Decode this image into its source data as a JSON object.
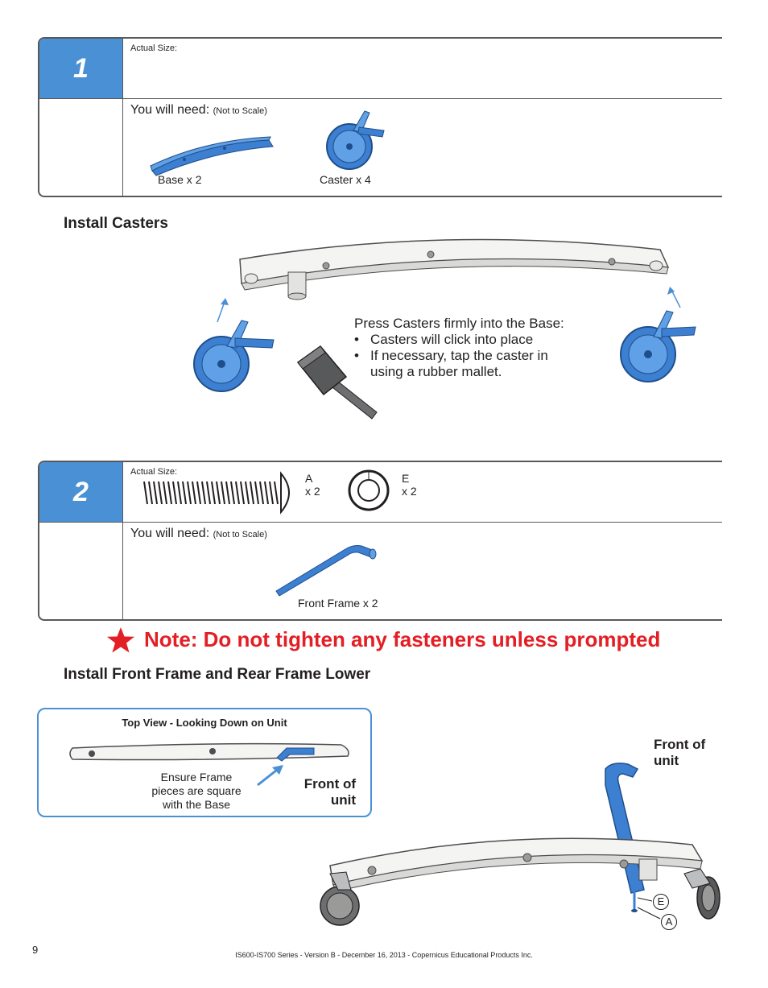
{
  "step1": {
    "number": "1",
    "actual_size_label": "Actual Size:",
    "you_will_need": "You will need:",
    "not_to_scale": "(Not to Scale)",
    "parts": [
      {
        "label": "Base x 2"
      },
      {
        "label": "Caster x 4"
      }
    ]
  },
  "section1": {
    "heading": "Install Casters",
    "callout_title": "Press Casters firmly into the Base:",
    "bullets": [
      "Casters will click into place",
      "If necessary, tap the caster in using a rubber mallet."
    ]
  },
  "step2": {
    "number": "2",
    "actual_size_label": "Actual Size:",
    "hardware": [
      {
        "letter": "A",
        "qty": "x 2"
      },
      {
        "letter": "E",
        "qty": "x 2"
      }
    ],
    "you_will_need": "You will need:",
    "not_to_scale": "(Not to Scale)",
    "parts": [
      {
        "label": "Front Frame x 2"
      }
    ]
  },
  "note": {
    "text": "Note: Do not tighten any fasteners unless prompted"
  },
  "section2": {
    "heading": "Install Front Frame and Rear Frame Lower",
    "top_view_title": "Top View - Looking Down on Unit",
    "ensure_text": "Ensure Frame pieces are square with the Base",
    "front_of_unit_inset": "Front of unit",
    "front_of_unit_main": "Front of unit",
    "callout_e": "E",
    "callout_a": "A"
  },
  "footer": {
    "page_number": "9",
    "text": "IS600-IS700 Series - Version B - December 16, 2013 - Copernicus Educational Products Inc."
  },
  "colors": {
    "accent_blue": "#4a90d4",
    "note_red": "#e31e24",
    "part_blue": "#3d7fd0"
  }
}
